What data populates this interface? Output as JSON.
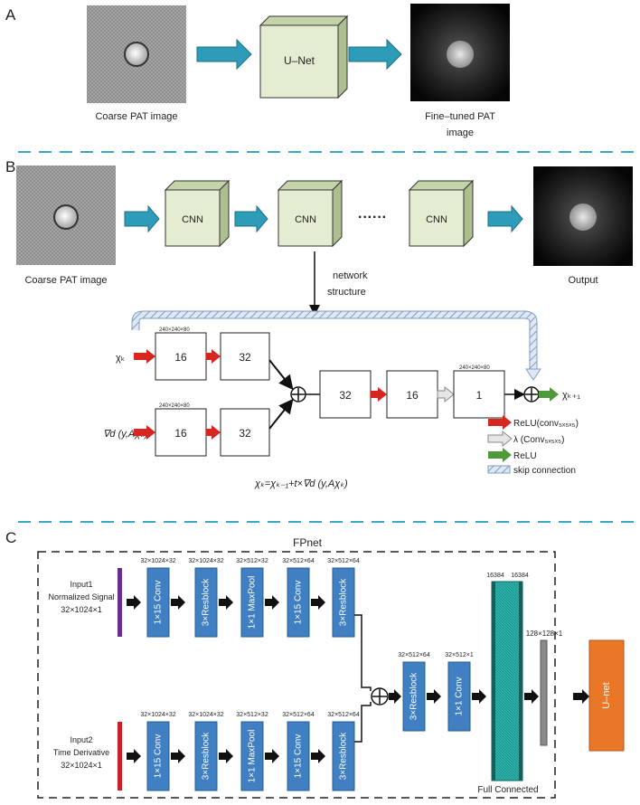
{
  "panel_a": {
    "letter": "A",
    "unet_label": "U–Net",
    "input_caption": "Coarse PAT image",
    "output_caption_line1": "Fine–tuned PAT",
    "output_caption_line2": "image"
  },
  "panel_b": {
    "letter": "B",
    "input_caption": "Coarse PAT image",
    "cnn_label": "CNN",
    "dots": "······",
    "output_caption": "Output",
    "network_label_line1": "network",
    "network_label_line2": "structure",
    "dim_label": "240×240×80",
    "box16": "16",
    "box32": "32",
    "box1": "1",
    "input_top": "χₖ",
    "input_bottom": "∇d (y,Aχₖ)",
    "output_symbol": "χₖ₊₁",
    "formula": "χₖ=χₖ₋₁+t×∇d (y,Aχₖ)",
    "legend": {
      "relu_conv": "ReLU(conv₅ₓ₅ₓ₅)",
      "lambda_conv": "λ (Conv₅ₓ₅ₓ₅)",
      "relu": "ReLU",
      "skip": "skip connection"
    },
    "colors": {
      "relu_conv": "#d7261f",
      "lambda": "#d9d9d9",
      "relu": "#4e9a3a",
      "skip": "#a9c4e0"
    }
  },
  "panel_c": {
    "letter": "C",
    "title": "FPnet",
    "input1": [
      "Input1",
      "Normalized Signal",
      "32×1024×1"
    ],
    "input2": [
      "Input2",
      "Time Derivative",
      "32×1024×1"
    ],
    "blocks": [
      "1×15 Conv",
      "3×Resblock",
      "1×1 MaxPool",
      "1×15 Conv",
      "3×Resblock"
    ],
    "block_dims": [
      "32×1024×32",
      "32×1024×32",
      "32×512×32",
      "32×512×64",
      "32×512×64"
    ],
    "merge_blocks": [
      "3×Resblock",
      "1×1 Conv"
    ],
    "merge_dims": [
      "32×512×64",
      "32×512×1"
    ],
    "fc_dims": [
      "16384",
      "16384"
    ],
    "fc_label": "Full Connected",
    "reshape_dim": "128×128×1",
    "unet_label": "U–net",
    "colors": {
      "block": "#3f7fc2",
      "unet": "#ea7628",
      "input1": "#6b2c91",
      "input2": "#cc2027",
      "fc": "#23a7a0"
    }
  }
}
